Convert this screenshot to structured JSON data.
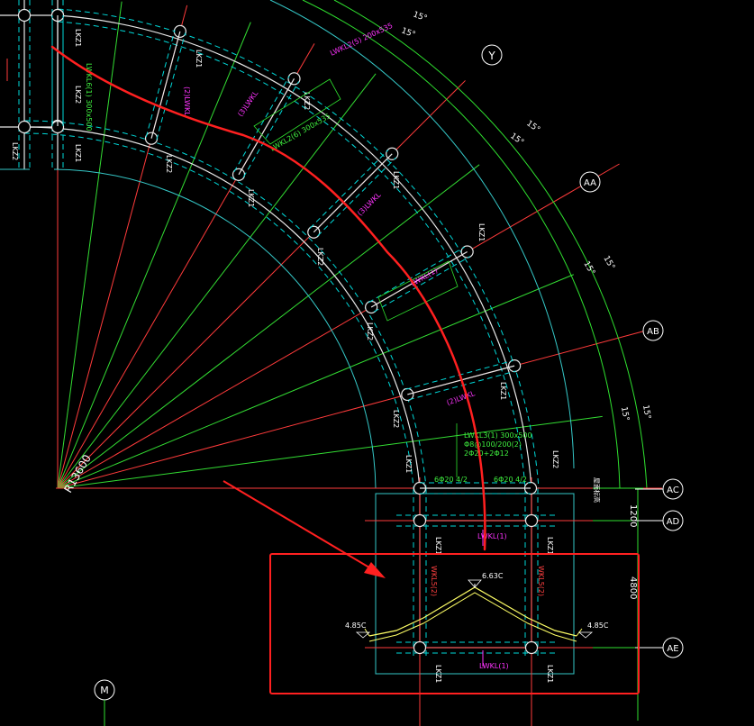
{
  "colors": {
    "background": "#000000",
    "radial_red": "#ff3b3b",
    "radial_green": "#33dd33",
    "beam_white": "#e8e8e8",
    "dash_cyan": "#00d8d8",
    "outline_cyan": "#35c8c8",
    "grid_green": "#2fe02f",
    "magenta": "#ff33ff",
    "label_red": "#ff4040",
    "annotation_red": "#ff2020",
    "yellow": "#ffff66",
    "text_white": "#ffffff",
    "text_green": "#3ff03f"
  },
  "axis_bubbles": {
    "y": "Y",
    "aa": "AA",
    "ab": "AB",
    "ac": "AC",
    "ad": "AD",
    "ae": "AE",
    "m": "M"
  },
  "angle_labels": {
    "a1": "15°",
    "a2": "15°",
    "a3": "15°",
    "a4": "15°",
    "a5": "15°",
    "a6": "15°",
    "a7": "15°"
  },
  "dims": {
    "d1200": "1200",
    "d4800": "4800"
  },
  "radius_label": "R13600",
  "col_tags": {
    "t1": "LKZ2",
    "t2": "LKZ1",
    "t3": "LKZ1",
    "t4": "LKZ1",
    "t5": "LKZ2",
    "t6": "LKZ1",
    "t7": "LKZ2",
    "t8": "LKZ1",
    "t9": "LKZ2",
    "t10": "LKZ1",
    "t11": "LKZ2",
    "t12": "LKZ2",
    "t13": "LKZ1",
    "t14": "LKZ1",
    "t15": "LKZ1",
    "t16": "LKZ1",
    "t17": "LKZ1",
    "t18": "LKZ2",
    "t19": "LKZ1",
    "t20": "LKZ2"
  },
  "beam_notes": {
    "n1": "LWKL6(1) 300x500",
    "n2": "LWKL2(6) 300x535",
    "n3": "LWKL2(5) 200x535",
    "n4": "LWKL3(1) 300x500",
    "n5": "6Φ20 4/2",
    "n6": "6Φ20 4/2",
    "n7": "Φ8@100/200(2)",
    "n8": "2Φ20+2Φ12"
  },
  "magenta_notes": {
    "m1": "(2)LWKL",
    "m2": "(3)LWKL",
    "m3": "(3)LWKL",
    "m4": "(2)LWKL",
    "m5": "LWKL(1)",
    "m6": "LWKL(1)",
    "m7": "LWKL(1)"
  },
  "elevations": {
    "peak": "6.63C",
    "left": "4.85C",
    "right": "4.85C"
  },
  "small_text": {
    "s1": "WKL5(2)",
    "s2": "WKL5(2)",
    "s3": "屋面标高"
  }
}
